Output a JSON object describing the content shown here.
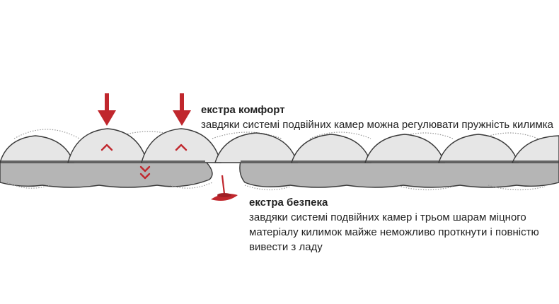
{
  "comfort": {
    "title": "екстра комфорт",
    "text": "завдяки системі подвійних камер можна регулювати пружність килимка"
  },
  "safety": {
    "title": "екстра безпека",
    "text": "завдяки системі подвійних камер і трьом шарам міцного матеріалу килимок майже неможливо проткнути і повністю вивести з ладу"
  },
  "colors": {
    "accent": "#c0272d",
    "upper_chamber": "#e6e6e6",
    "lower_chamber": "#b5b5b5",
    "outline": "#3a3a3a"
  }
}
